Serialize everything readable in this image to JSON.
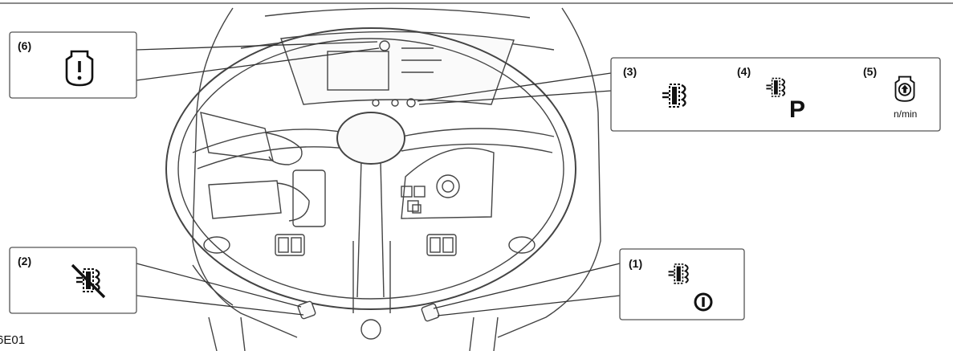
{
  "callouts": [
    {
      "label": "(6)",
      "icon": "engine-warning-icon"
    },
    {
      "label": "(3)",
      "icon": "dpf-regeneration-icon"
    },
    {
      "label": "(4)",
      "icon": "parked-regeneration-icon",
      "text": "P"
    },
    {
      "label": "(5)",
      "icon": "engine-speed-up-icon",
      "text": "n/min"
    },
    {
      "label": "(2)",
      "icon": "regeneration-inhibit-icon"
    },
    {
      "label": "(1)",
      "icon": "regeneration-switch-icon"
    }
  ],
  "figure_id": "6E01",
  "colors": {
    "line": "#333333",
    "background": "#ffffff"
  }
}
